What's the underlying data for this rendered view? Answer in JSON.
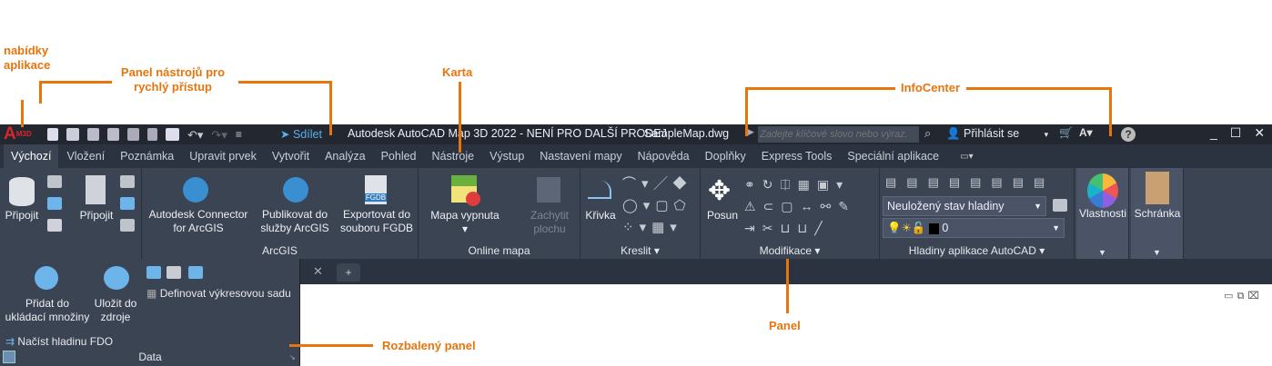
{
  "annotations": {
    "app_menu": "nabídky aplikace",
    "qat": "Panel nástrojů pro rychlý přístup",
    "tab": "Karta",
    "infocenter": "InfoCenter",
    "panel": "Panel",
    "expanded_panel": "Rozbalený panel"
  },
  "titlebar": {
    "app_badge": "M3D",
    "share": "Sdílet",
    "title": "Autodesk AutoCAD Map 3D 2022 - NENÍ PRO DALŠÍ PRODEJ",
    "file": "SampleMap.dwg",
    "search_placeholder": "Zadejte klíčové slovo nebo výraz.",
    "signin": "Přihlásit se"
  },
  "tabs": [
    "Výchozí",
    "Vložení",
    "Poznámka",
    "Upravit prvek",
    "Vytvořit",
    "Analýza",
    "Pohled",
    "Nástroje",
    "Výstup",
    "Nastavení mapy",
    "Nápověda",
    "Doplňky",
    "Express Tools",
    "Speciální aplikace"
  ],
  "ribbon": {
    "data": {
      "connect": "Připojit",
      "attach": "Připojit"
    },
    "arcgis": {
      "title": "ArcGIS",
      "connector": [
        "Autodesk Connector",
        "for ArcGIS"
      ],
      "publish": [
        "Publikovat do",
        "služby ArcGIS"
      ],
      "export": [
        "Exportovat do",
        "souboru FGDB"
      ],
      "fgdb": "FGDB"
    },
    "online": {
      "title": "Online mapa",
      "map_off": "Mapa vypnuta",
      "capture": [
        "Zachytit",
        "plochu"
      ]
    },
    "draw": {
      "title": "Kreslit",
      "curve": "Křivka"
    },
    "modify": {
      "title": "Modifikace",
      "move": "Posun"
    },
    "layers": {
      "title": "Hladiny aplikace AutoCAD",
      "state": "Neuložený stav hladiny",
      "layer": "0"
    },
    "properties": "Vlastnosti",
    "clipboard": "Schránka"
  },
  "expanded": {
    "title": "Data",
    "add": [
      "Přidat do",
      "ukládací množiny"
    ],
    "save": [
      "Uložit do",
      "zdroje"
    ],
    "define": "Definovat výkresovou sadu",
    "load": "Načíst hladinu FDO"
  },
  "colors": {
    "accent": "#e8740c",
    "ribbon": "#3b4453",
    "titlebar": "#222730"
  }
}
